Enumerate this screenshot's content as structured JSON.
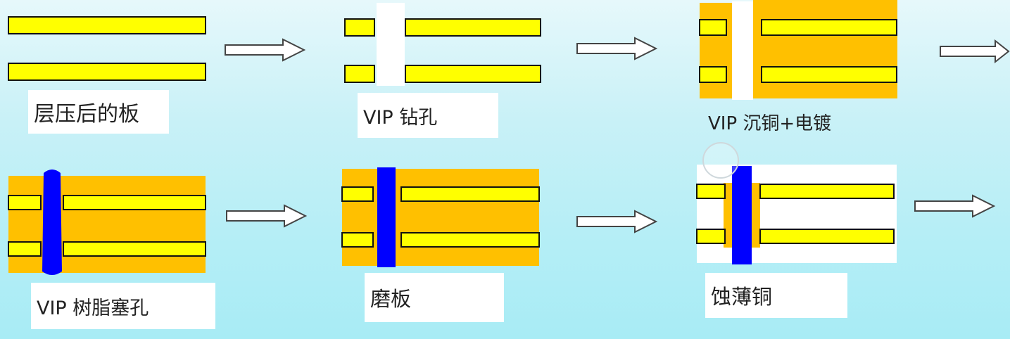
{
  "colors": {
    "copper_yellow": "#ffff00",
    "plating_orange": "#ffc000",
    "resin_blue": "#0000ff",
    "outline": "#111111",
    "label_bg": "#ffffff"
  },
  "steps": [
    {
      "label": "层压后的板"
    },
    {
      "label": "VIP 钻孔"
    },
    {
      "label": "VIP 沉铜+电镀"
    },
    {
      "label": "VIP 树脂塞孔"
    },
    {
      "label": "磨板"
    },
    {
      "label": "蚀薄铜"
    }
  ],
  "arrows": [
    {
      "icon": "right-arrow-icon"
    },
    {
      "icon": "right-arrow-icon"
    },
    {
      "icon": "right-arrow-icon"
    },
    {
      "icon": "right-arrow-icon"
    },
    {
      "icon": "right-arrow-icon"
    },
    {
      "icon": "right-arrow-icon"
    }
  ]
}
